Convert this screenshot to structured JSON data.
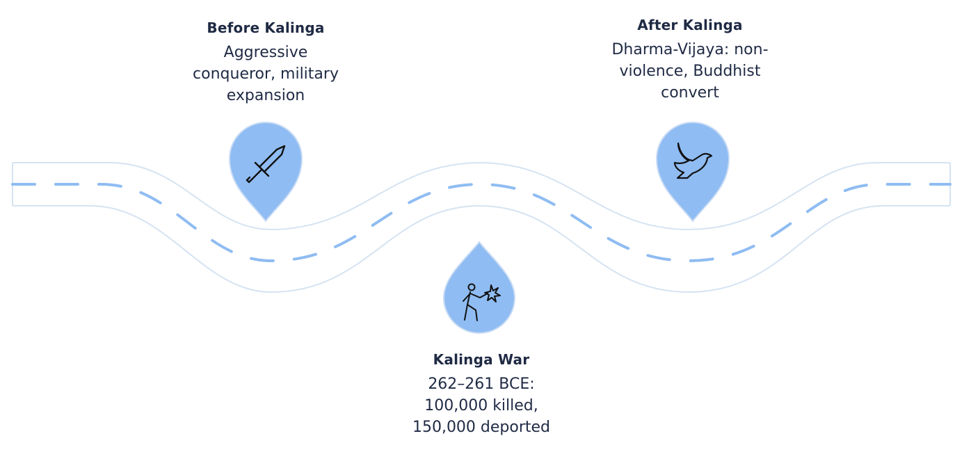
{
  "stages": [
    {
      "id": "before",
      "title": "Before Kalinga",
      "description": "Aggressive conqueror, military expansion",
      "icon": "sword-icon"
    },
    {
      "id": "war",
      "title": "Kalinga War",
      "description": "262–261 BCE: 100,000 killed, 150,000 deported",
      "icon": "soldier-fighting-icon"
    },
    {
      "id": "after",
      "title": "After Kalinga",
      "description": "Dharma-Vijaya: non-violence, Buddhist convert",
      "icon": "dove-icon"
    }
  ],
  "colors": {
    "marker_fill": "#8fbcf2",
    "marker_stroke": "#c9dcf5",
    "road_edge": "#d5e3f2",
    "road_dash": "#8fbcf2",
    "text": "#1f2a44"
  }
}
